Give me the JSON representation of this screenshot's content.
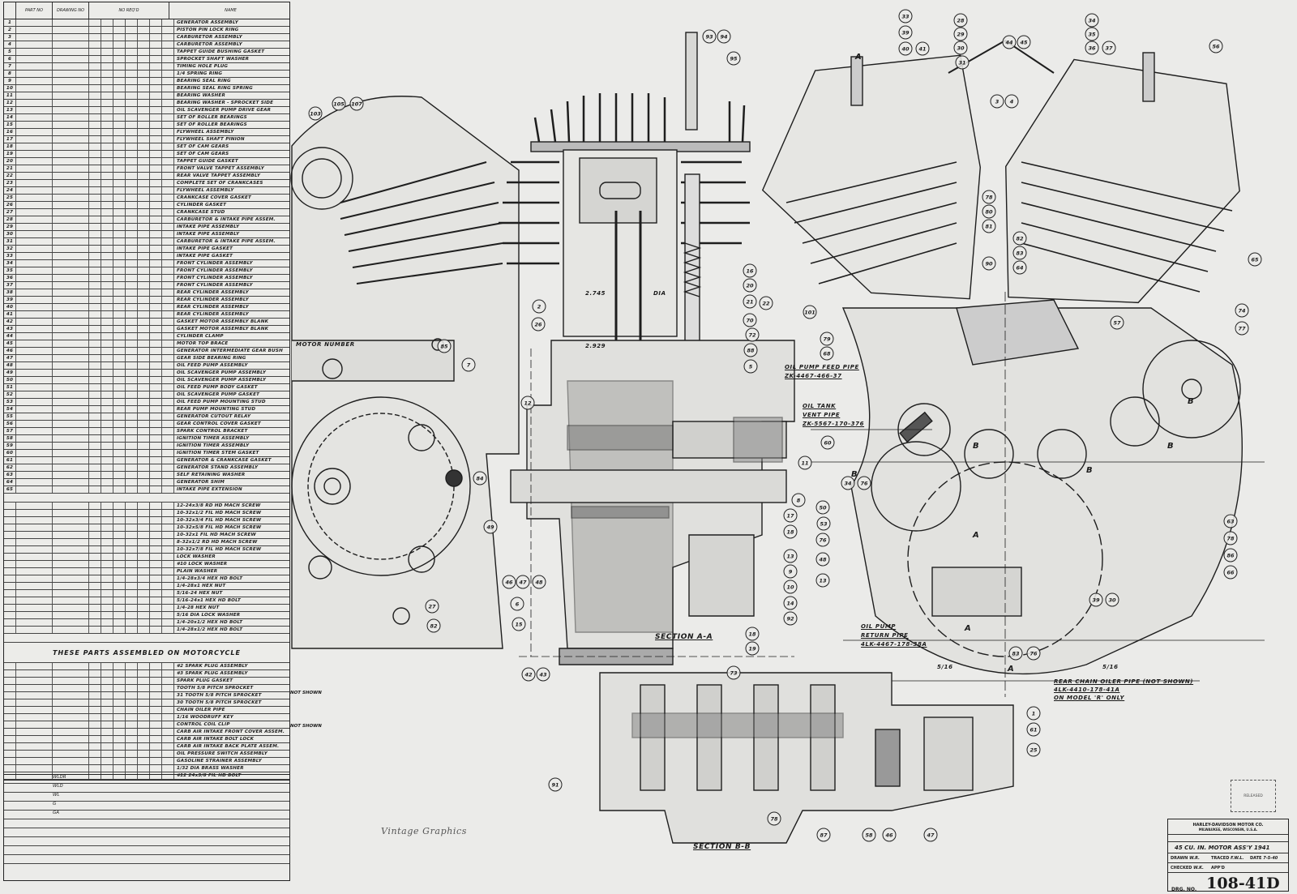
{
  "parts_list": {
    "headers": {
      "no": "",
      "part_no": "PART NO",
      "drawing_no": "DRAWING NO",
      "qty": "NO REQ'D",
      "name": "NAME"
    },
    "items": [
      {
        "no": "1",
        "name": "GENERATOR ASSEMBLY"
      },
      {
        "no": "2",
        "name": "PISTON PIN LOCK RING"
      },
      {
        "no": "3",
        "name": "CARBURETOR ASSEMBLY"
      },
      {
        "no": "4",
        "name": "CARBURETOR ASSEMBLY"
      },
      {
        "no": "5",
        "name": "TAPPET GUIDE BUSHING GASKET"
      },
      {
        "no": "6",
        "name": "SPROCKET SHAFT WASHER"
      },
      {
        "no": "7",
        "name": "TIMING HOLE PLUG"
      },
      {
        "no": "8",
        "name": "1/4 SPRING RING"
      },
      {
        "no": "9",
        "name": "BEARING SEAL RING"
      },
      {
        "no": "10",
        "name": "BEARING SEAL RING SPRING"
      },
      {
        "no": "11",
        "name": "BEARING WASHER"
      },
      {
        "no": "12",
        "name": "BEARING WASHER - SPROCKET SIDE"
      },
      {
        "no": "13",
        "name": "OIL SCAVENGER PUMP DRIVE GEAR"
      },
      {
        "no": "14",
        "name": "SET OF ROLLER BEARINGS"
      },
      {
        "no": "15",
        "name": "SET OF ROLLER BEARINGS"
      },
      {
        "no": "16",
        "name": "FLYWHEEL ASSEMBLY"
      },
      {
        "no": "17",
        "name": "FLYWHEEL SHAFT PINION"
      },
      {
        "no": "18",
        "name": "SET OF CAM GEARS"
      },
      {
        "no": "19",
        "name": "SET OF CAM GEARS"
      },
      {
        "no": "20",
        "name": "TAPPET GUIDE GASKET"
      },
      {
        "no": "21",
        "name": "FRONT VALVE TAPPET ASSEMBLY"
      },
      {
        "no": "22",
        "name": "REAR VALVE TAPPET ASSEMBLY"
      },
      {
        "no": "23",
        "name": "COMPLETE SET OF CRANKCASES"
      },
      {
        "no": "24",
        "name": "FLYWHEEL ASSEMBLY"
      },
      {
        "no": "25",
        "name": "CRANKCASE COVER GASKET"
      },
      {
        "no": "26",
        "name": "CYLINDER GASKET"
      },
      {
        "no": "27",
        "name": "CRANKCASE STUD"
      },
      {
        "no": "28",
        "name": "CARBURETOR & INTAKE PIPE ASSEM."
      },
      {
        "no": "29",
        "name": "INTAKE PIPE ASSEMBLY"
      },
      {
        "no": "30",
        "name": "INTAKE PIPE ASSEMBLY"
      },
      {
        "no": "31",
        "name": "CARBURETOR & INTAKE PIPE ASSEM."
      },
      {
        "no": "32",
        "name": "INTAKE PIPE GASKET"
      },
      {
        "no": "33",
        "name": "INTAKE PIPE GASKET"
      },
      {
        "no": "34",
        "name": "FRONT CYLINDER ASSEMBLY"
      },
      {
        "no": "35",
        "name": "FRONT CYLINDER ASSEMBLY"
      },
      {
        "no": "36",
        "name": "FRONT CYLINDER ASSEMBLY"
      },
      {
        "no": "37",
        "name": "FRONT CYLINDER ASSEMBLY"
      },
      {
        "no": "38",
        "name": "REAR CYLINDER ASSEMBLY"
      },
      {
        "no": "39",
        "name": "REAR CYLINDER ASSEMBLY"
      },
      {
        "no": "40",
        "name": "REAR CYLINDER ASSEMBLY"
      },
      {
        "no": "41",
        "name": "REAR CYLINDER ASSEMBLY"
      },
      {
        "no": "42",
        "name": "GASKET MOTOR ASSEMBLY BLANK"
      },
      {
        "no": "43",
        "name": "GASKET MOTOR ASSEMBLY BLANK"
      },
      {
        "no": "44",
        "name": "CYLINDER CLAMP"
      },
      {
        "no": "45",
        "name": "MOTOR TOP BRACE"
      },
      {
        "no": "46",
        "name": "GENERATOR INTERMEDIATE GEAR BUSH"
      },
      {
        "no": "47",
        "name": "GEAR SIDE BEARING RING"
      },
      {
        "no": "48",
        "name": "OIL FEED PUMP ASSEMBLY"
      },
      {
        "no": "49",
        "name": "OIL SCAVENGER PUMP ASSEMBLY"
      },
      {
        "no": "50",
        "name": "OIL SCAVENGER PUMP ASSEMBLY"
      },
      {
        "no": "51",
        "name": "OIL FEED PUMP BODY GASKET"
      },
      {
        "no": "52",
        "name": "OIL SCAVENGER PUMP GASKET"
      },
      {
        "no": "53",
        "name": "OIL FEED PUMP MOUNTING STUD"
      },
      {
        "no": "54",
        "name": "REAR PUMP MOUNTING STUD"
      },
      {
        "no": "55",
        "name": "GENERATOR CUTOUT RELAY"
      },
      {
        "no": "56",
        "name": "GEAR CONTROL COVER GASKET"
      },
      {
        "no": "57",
        "name": "SPARK CONTROL BRACKET"
      },
      {
        "no": "58",
        "name": "IGNITION TIMER ASSEMBLY"
      },
      {
        "no": "59",
        "name": "IGNITION TIMER ASSEMBLY"
      },
      {
        "no": "60",
        "name": "IGNITION TIMER STEM GASKET"
      },
      {
        "no": "61",
        "name": "GENERATOR & CRANKCASE GASKET"
      },
      {
        "no": "62",
        "name": "GENERATOR STAND ASSEMBLY"
      },
      {
        "no": "63",
        "name": "SELF RETAINING WASHER"
      },
      {
        "no": "64",
        "name": "GENERATOR SHIM"
      },
      {
        "no": "65",
        "name": "INTAKE PIPE EXTENSION"
      }
    ],
    "hardware": [
      "12-24x3/8 RD HD MACH SCREW",
      "10-32x1/2 FIL HD MACH SCREW",
      "10-32x3/4 FIL HD MACH SCREW",
      "10-32x5/8 FIL HD MACH SCREW",
      "10-32x1 FIL HD MACH SCREW",
      "8-32x1/2 RD HD MACH SCREW",
      "10-32x7/8 FIL HD MACH SCREW",
      "LOCK WASHER",
      "#10 LOCK WASHER",
      "PLAIN WASHER",
      "1/4-28x3/4 HEX HD BOLT",
      "1/4-28x1 HEX NUT",
      "5/16-24 HEX NUT",
      "5/16-24x1 HEX HD BOLT",
      "1/4-28 HEX NUT",
      "5/16 DIA LOCK WASHER",
      "1/4-20x1/2 HEX HD BOLT",
      "1/4-28x1/2 HEX HD BOLT"
    ],
    "assembled_title": "THESE PARTS ASSEMBLED ON MOTORCYCLE",
    "assembled": [
      "#2 SPARK PLUG ASSEMBLY",
      "#3 SPARK PLUG ASSEMBLY",
      "SPARK PLUG GASKET",
      "TOOTH 5/8 PITCH SPROCKET",
      "31 TOOTH 5/8 PITCH SPROCKET",
      "30 TOOTH 5/8 PITCH SPROCKET",
      "CHAIN OILER PIPE",
      "1/16 WOODRUFF KEY",
      "CONTROL COIL CLIP",
      "CARB AIR INTAKE FRONT COVER ASSEM.",
      "CARB AIR INTAKE BOLT LOCK",
      "CARB AIR INTAKE BACK PLATE ASSEM.",
      "OIL PRESSURE SWITCH ASSEMBLY",
      "GASOLINE STRAINER ASSEMBLY",
      "1/32 DIA BRASS WASHER",
      "#12 24x5/8 FIL HD BOLT"
    ],
    "not_shown_1": "NOT SHOWN",
    "not_shown_2": "NOT SHOWN",
    "models": [
      "WLDR",
      "WLD",
      "WL",
      "G",
      "GA"
    ]
  },
  "drawing": {
    "motor_number": "MOTOR NUMBER",
    "section_aa": "SECTION A-A",
    "section_bb": "SECTION B-B",
    "dim_1": "2.745",
    "dim_2": "2.929",
    "dia": "DIA",
    "oil_pump_feed_pipe": "OIL PUMP FEED PIPE",
    "oil_pump_feed_pipe_no": "ZK-4467-466-37",
    "oil_tank_vent_pipe_1": "OIL TANK",
    "oil_tank_vent_pipe_2": "VENT PIPE",
    "oil_tank_vent_pipe_no": "ZK-5567-170-376",
    "oil_pump_return_1": "OIL PUMP",
    "oil_pump_return_2": "RETURN PIPE",
    "oil_pump_return_no": "4LK-4467-178-38A",
    "rear_chain_1": "REAR CHAIN OILER PIPE (NOT SHOWN)",
    "rear_chain_2": "4LK-4410-178-41A",
    "rear_chain_3": "ON MODEL 'R' ONLY",
    "dim_frac_1": "5/16",
    "dim_frac_2": "5/16",
    "section_marks": [
      "A",
      "A",
      "A",
      "A",
      "B",
      "B",
      "B",
      "B",
      "B"
    ],
    "logo": "Vintage Graphics",
    "callouts": [
      "93",
      "94",
      "95",
      "103",
      "105",
      "107",
      "16",
      "20",
      "21",
      "22",
      "70",
      "72",
      "88",
      "5",
      "2",
      "26",
      "12",
      "85",
      "7",
      "84",
      "27",
      "82",
      "8",
      "11",
      "17",
      "18",
      "13",
      "9",
      "10",
      "14",
      "92",
      "49",
      "46",
      "47",
      "48",
      "6",
      "15",
      "42",
      "43",
      "18",
      "19",
      "73",
      "1",
      "61",
      "25",
      "91",
      "87",
      "58",
      "46",
      "47",
      "78",
      "33",
      "39",
      "40",
      "41",
      "28",
      "29",
      "30",
      "31",
      "44",
      "45",
      "34",
      "35",
      "36",
      "37",
      "56",
      "3",
      "4",
      "78",
      "80",
      "81",
      "90",
      "82",
      "83",
      "64",
      "57",
      "101",
      "79",
      "68",
      "74",
      "77",
      "65",
      "60",
      "50",
      "53",
      "76",
      "48",
      "13",
      "63",
      "78",
      "86",
      "66",
      "39",
      "30",
      "83",
      "76",
      "34",
      "76"
    ]
  },
  "title_block": {
    "company": "HARLEY-DAVIDSON MOTOR CO.",
    "city": "MILWAUKEE, WISCONSIN, U.S.A.",
    "title": "45 CU. IN. MOTOR ASS'Y 1941",
    "drawn_label": "DRAWN",
    "drawn": "W.R.",
    "traced_label": "TRACED",
    "traced": "F.W.L.",
    "date_label": "DATE",
    "date": "7-5-40",
    "checked_label": "CHECKED",
    "checked": "W.K.",
    "approved_label": "APP'D",
    "drg_label": "DRG. NO.",
    "drawing_number": "108-41D",
    "stamp": "RELEASED"
  }
}
